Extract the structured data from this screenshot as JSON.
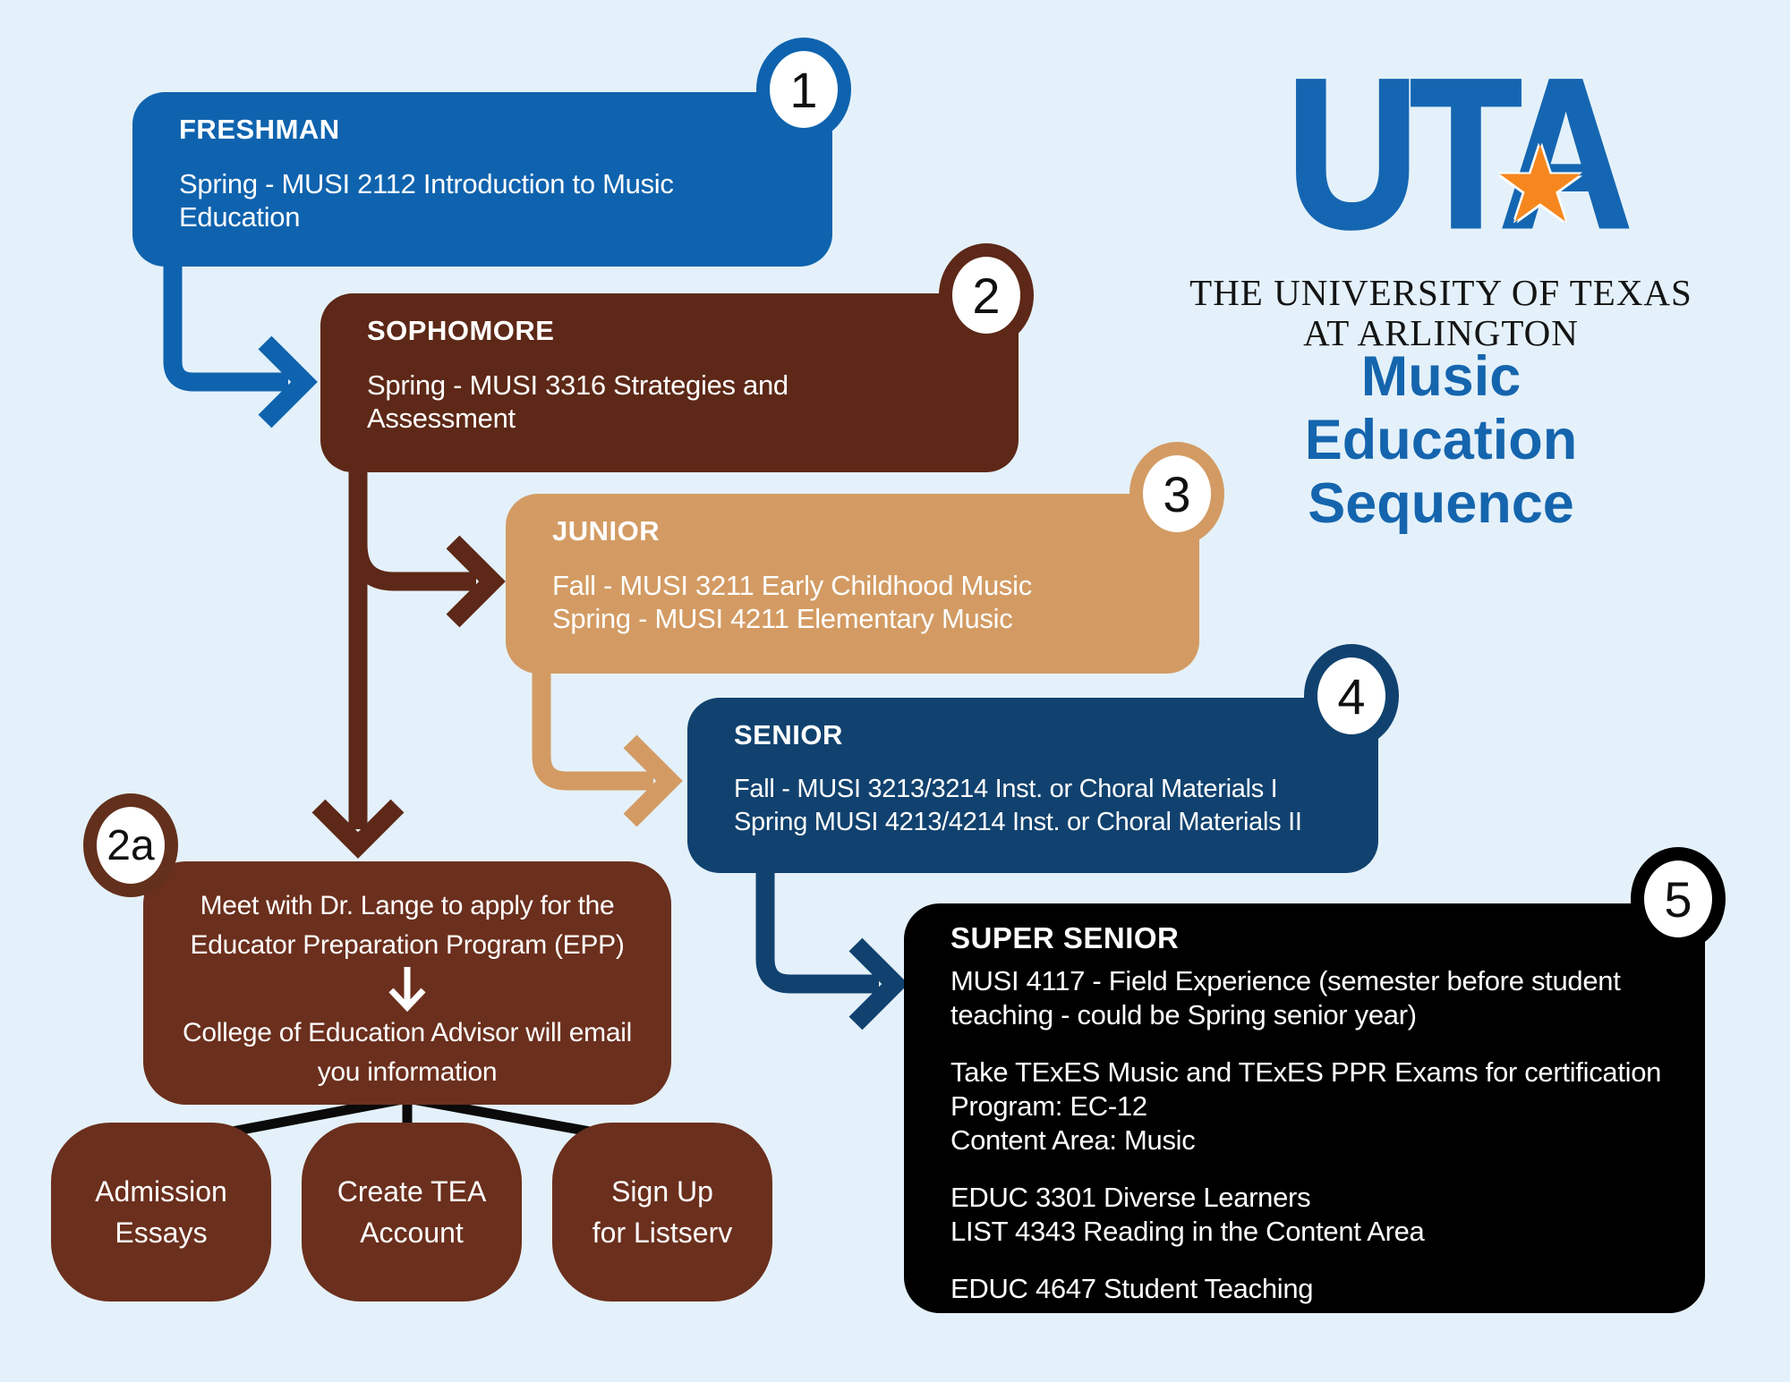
{
  "palette": {
    "background": "#E4F1FA",
    "freshman_blue": "#0F63AE",
    "sophomore_brown": "#5D2817",
    "junior_tan": "#D39B63",
    "senior_navy": "#11426F",
    "super_senior_black": "#000000",
    "epp_brown": "#6B2F1D",
    "heading_blue": "#1565AE",
    "star_orange": "#F6871F"
  },
  "logo": {
    "acronym": "UTA",
    "star": "★",
    "institution_line1": "THE UNIVERSITY OF TEXAS",
    "institution_line2": "AT ARLINGTON",
    "sequence_title": [
      "Music",
      "Education",
      "Sequence"
    ]
  },
  "steps": {
    "freshman": {
      "badge": "1",
      "title": "FRESHMAN",
      "lines": [
        "Spring - MUSI 2112 Introduction to Music",
        "Education"
      ]
    },
    "sophomore": {
      "badge": "2",
      "title": "SOPHOMORE",
      "lines": [
        "Spring - MUSI 3316 Strategies and",
        "Assessment"
      ]
    },
    "junior": {
      "badge": "3",
      "title": "JUNIOR",
      "lines": [
        "Fall - MUSI 3211 Early Childhood Music",
        "Spring - MUSI 4211 Elementary Music"
      ]
    },
    "senior": {
      "badge": "4",
      "title": "SENIOR",
      "lines": [
        "Fall - MUSI 3213/3214 Inst. or Choral Materials I",
        "Spring MUSI 4213/4214 Inst. or Choral Materials II"
      ]
    },
    "super_senior": {
      "badge": "5",
      "title": "SUPER SENIOR",
      "para1": [
        "MUSI 4117 - Field Experience (semester before student",
        "teaching - could be Spring senior year)"
      ],
      "para2": [
        "Take TExES Music and TExES PPR Exams for certification",
        "Program: EC-12",
        "Content Area: Music"
      ],
      "para3": [
        "EDUC 3301 Diverse Learners",
        "LIST 4343 Reading in the Content Area"
      ],
      "para4": [
        "EDUC 4647 Student Teaching"
      ]
    }
  },
  "epp": {
    "badge": "2a",
    "lines_top": [
      "Meet with Dr. Lange to apply for the",
      "Educator Preparation Program (EPP)"
    ],
    "lines_bottom": [
      "College of Education Advisor will email",
      "you information"
    ]
  },
  "tasks": [
    {
      "lines": [
        "Admission",
        "Essays"
      ]
    },
    {
      "lines": [
        "Create TEA",
        "Account"
      ]
    },
    {
      "lines": [
        "Sign Up",
        "for Listserv"
      ]
    }
  ]
}
